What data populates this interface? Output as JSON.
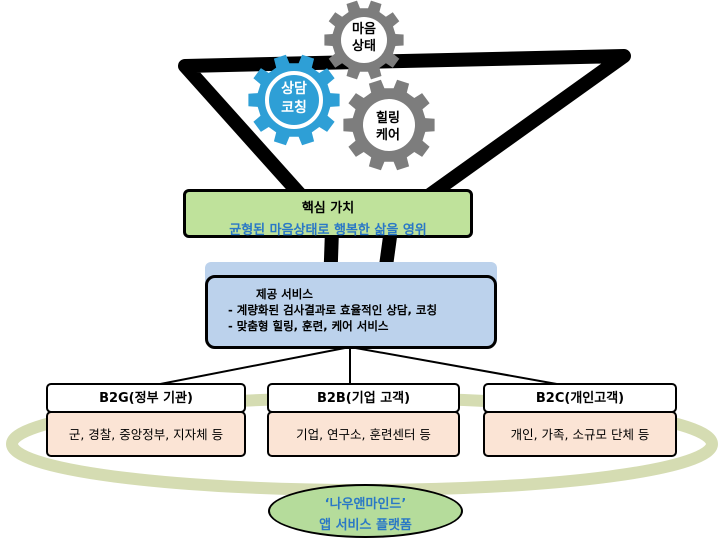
{
  "gears": {
    "mind": {
      "line1": "마음",
      "line2": "상태",
      "color": "#7d7d7d"
    },
    "counsel": {
      "line1": "상담",
      "line2": "코칭",
      "color": "#2e9fd6"
    },
    "heal": {
      "line1": "힐링",
      "line2": "케어",
      "color": "#7d7d7d"
    }
  },
  "core_value": {
    "title": "핵심 가치",
    "subtitle": "균형된 마음상태로 행복한 삶을 영위",
    "color": "#bfe29b"
  },
  "services": {
    "title": "제공 서비스",
    "items": [
      "- 계량화된 검사결과로 효율적인 상담, 코칭",
      "- 맞춤형 힐링, 훈련, 케어 서비스"
    ],
    "color": "#bcd2ec"
  },
  "segments": [
    {
      "title": "B2G(정부 기관)",
      "body": "군, 경찰, 중앙정부, 지자체 등"
    },
    {
      "title": "B2B(기업 고객)",
      "body": "기업, 연구소, 훈련센터 등"
    },
    {
      "title": "B2C(개인고객)",
      "body": "개인, 가족, 소규모 단체 등"
    }
  ],
  "platform": {
    "line1": "‘나우앤마인드’",
    "line2": "앱 서비스 플랫폼",
    "color": "#b5dc9b",
    "text_color": "#2a78c6"
  }
}
